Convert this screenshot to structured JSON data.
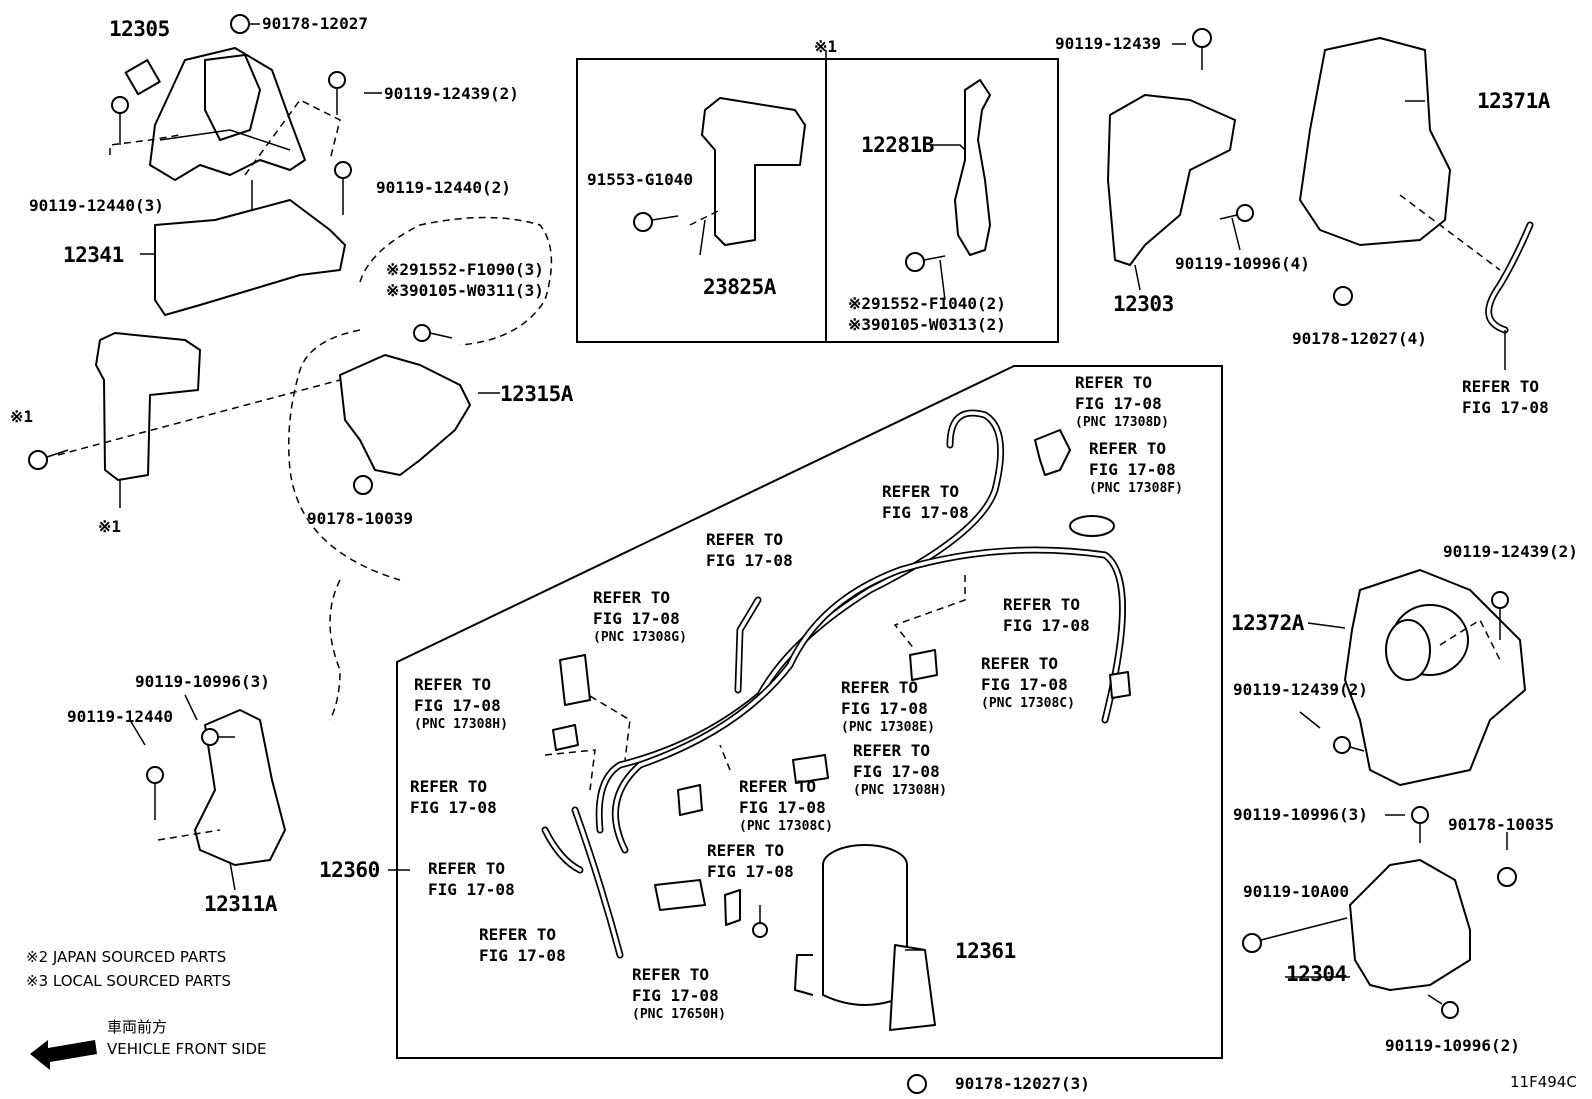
{
  "parts": {
    "p12305": "12305",
    "p90178_12027_top": "90178-12027",
    "p90119_12439_2_left": "90119-12439(2)",
    "p90119_12440_3": "90119-12440(3)",
    "p90119_12440_2": "90119-12440(2)",
    "p12341": "12341",
    "p291552_f1090": "※291552-F1090(3)",
    "p390105_w0311": "※390105-W0311(3)",
    "p12315a": "12315A",
    "p90178_10039": "90178-10039",
    "p91553_g1040": "91553-G1040",
    "p23825a": "23825A",
    "p12281b": "12281B",
    "p291552_f1040": "※291552-F1040(2)",
    "p390105_w0313": "※390105-W0313(2)",
    "p90119_12439_top": "90119-12439",
    "p12303": "12303",
    "p90119_10996_4": "90119-10996(4)",
    "p12371a": "12371A",
    "p90178_12027_4": "90178-12027(4)",
    "p90119_10996_3_left": "90119-10996(3)",
    "p90119_12440": "90119-12440",
    "p12311a": "12311A",
    "p12360": "12360",
    "p12361": "12361",
    "p90178_12027_3": "90178-12027(3)",
    "p90119_12439_2_r1": "90119-12439(2)",
    "p12372a": "12372A",
    "p90119_12439_2_r2": "90119-12439(2)",
    "p90119_10996_3_right": "90119-10996(3)",
    "p90178_10035": "90178-10035",
    "p90119_10a00": "90119-10A00",
    "p12304": "12304",
    "p90119_10996_2": "90119-10996(2)"
  },
  "markers": {
    "m1_left": "※1",
    "m1_bottom": "※1",
    "m1_box": "※1"
  },
  "refs": {
    "refer": "REFER TO",
    "fig": "FIG 17-08",
    "pnc_17308d": "(PNC 17308D)",
    "pnc_17308f": "(PNC 17308F)",
    "pnc_17308g": "(PNC 17308G)",
    "pnc_17308h": "(PNC 17308H)",
    "pnc_17308e": "(PNC 17308E)",
    "pnc_17308c": "(PNC 17308C)",
    "pnc_17650h": "(PNC 17650H)"
  },
  "notes": {
    "japan": "※2 JAPAN SOURCED PARTS",
    "local": "※3 LOCAL SOURCED PARTS",
    "front_jp": "車両前方",
    "front_en": "VEHICLE FRONT SIDE"
  },
  "diagram_id": "11F494C",
  "icons": {
    "front_arrow": "arrow-left-icon"
  }
}
